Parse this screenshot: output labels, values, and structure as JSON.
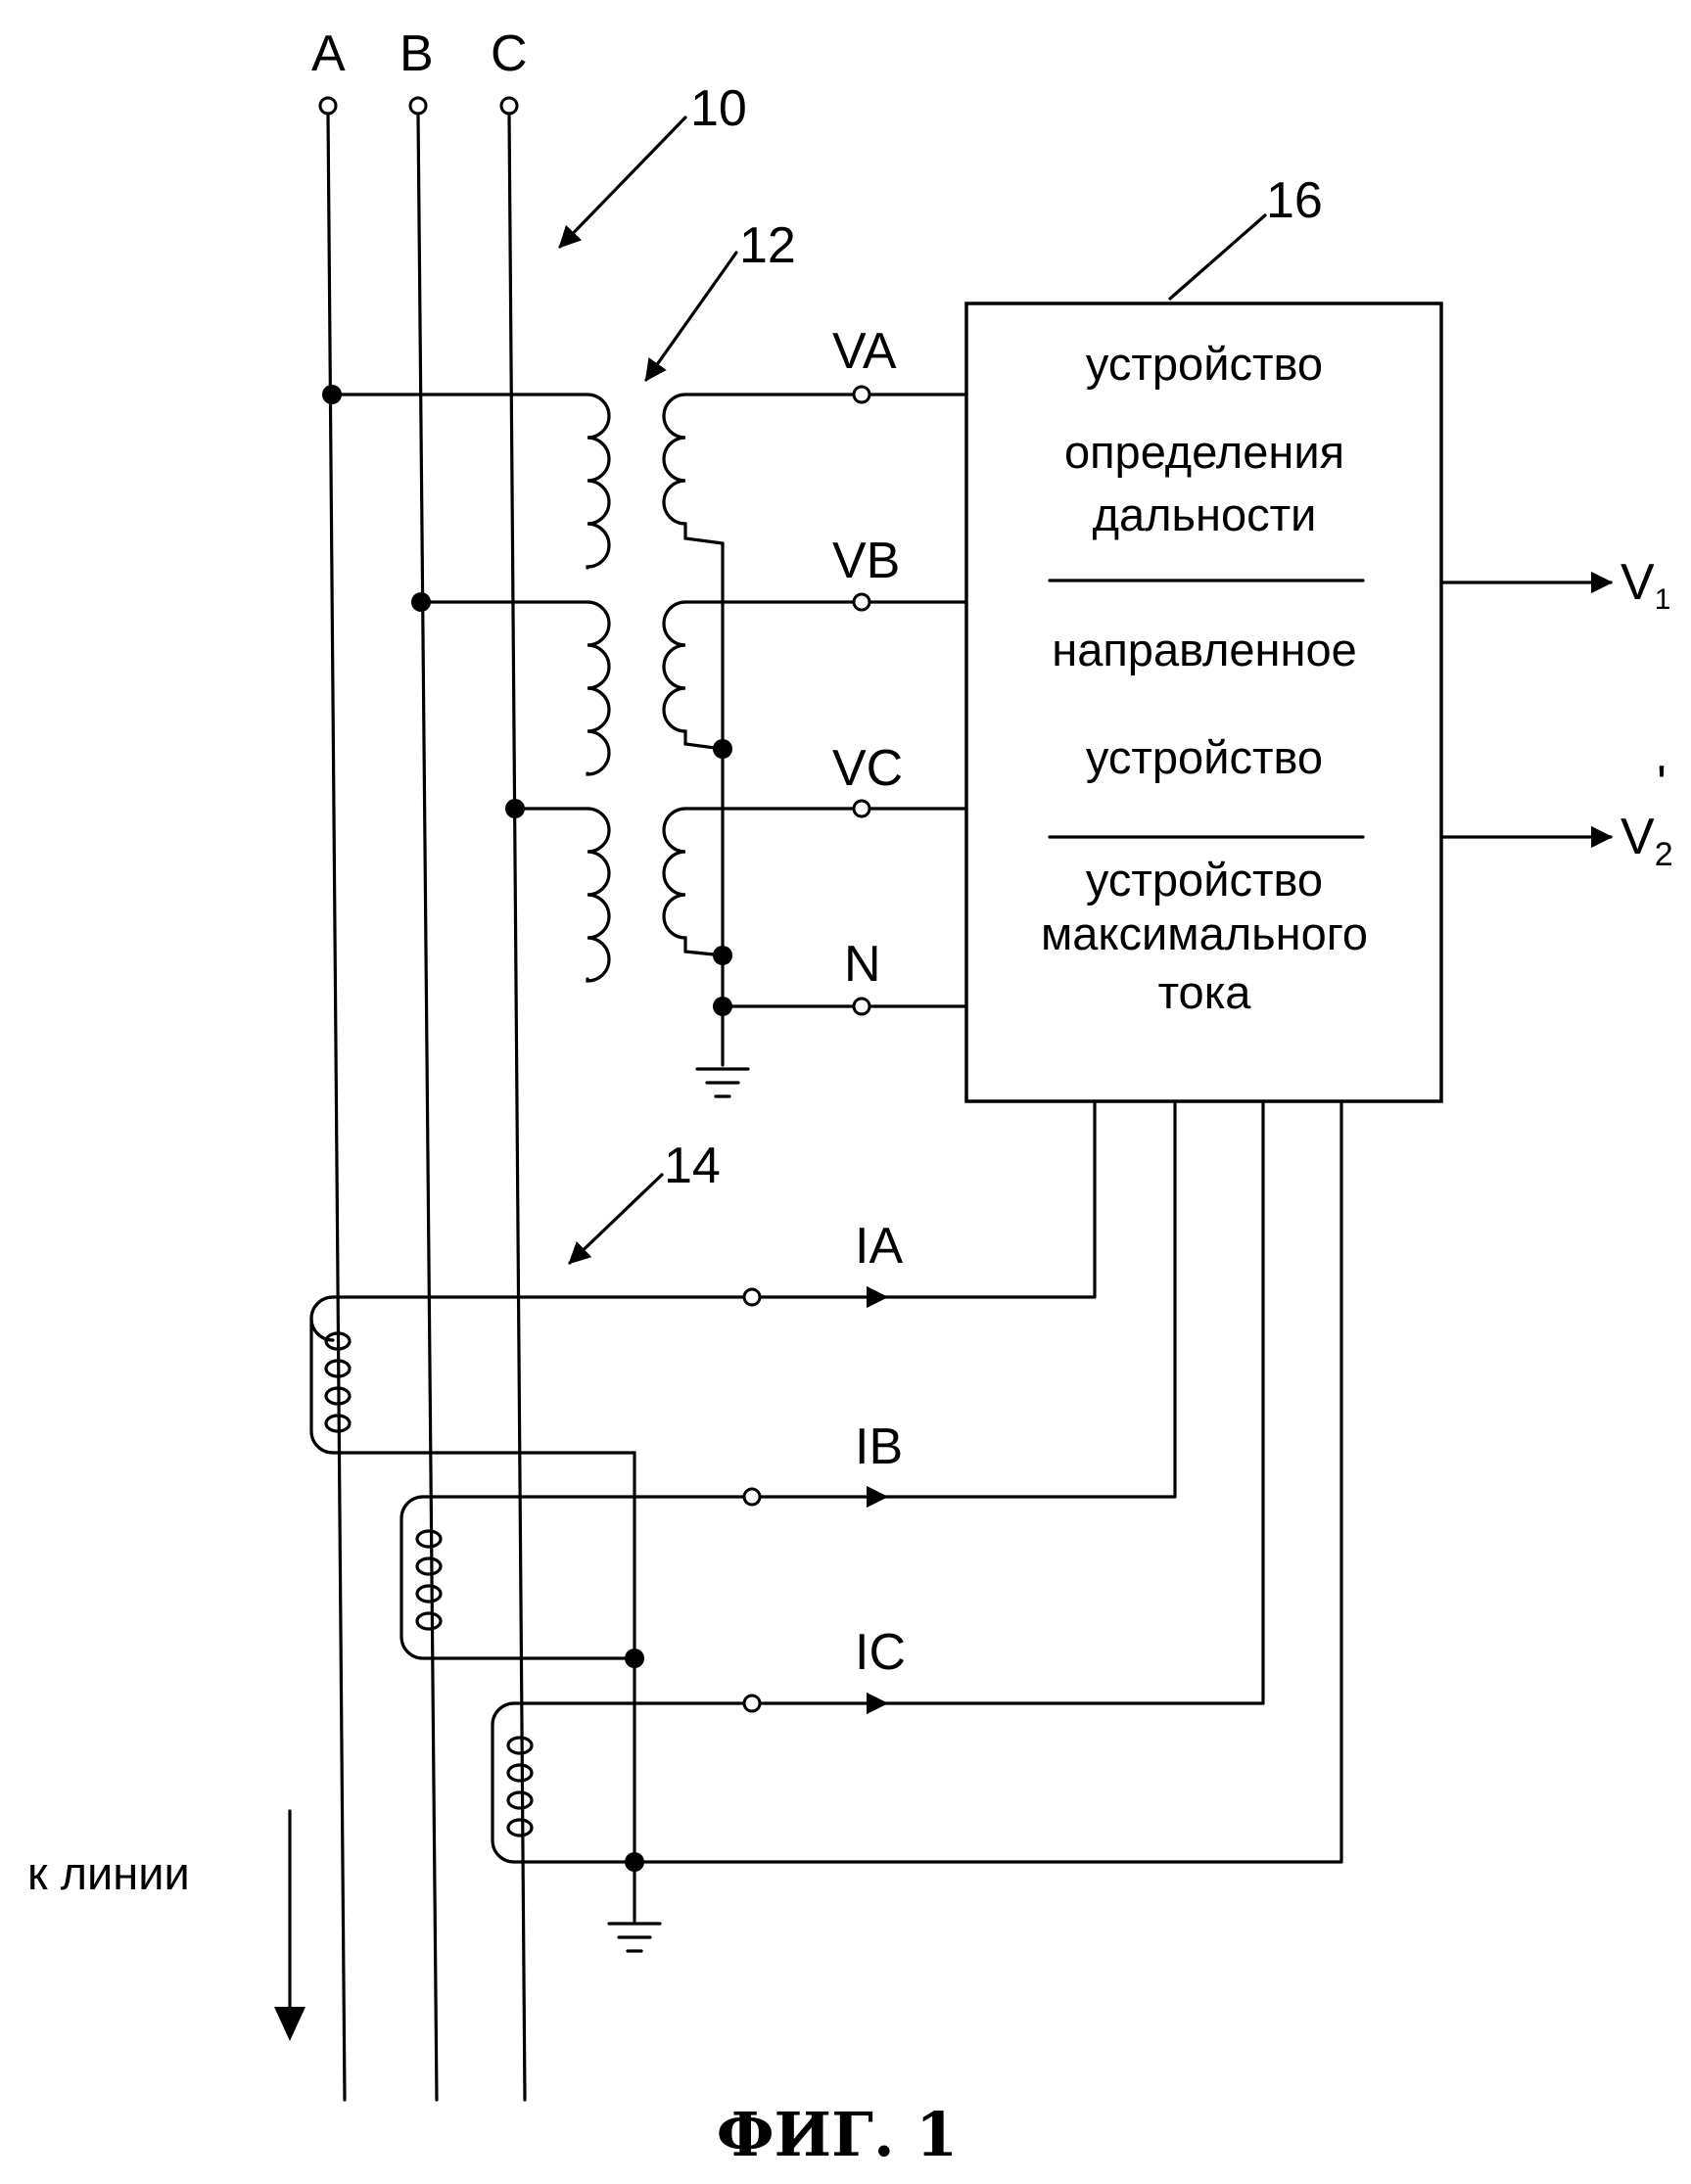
{
  "phases": {
    "a": "A",
    "b": "B",
    "c": "C"
  },
  "refs": {
    "system": "10",
    "voltage_transformer": "12",
    "current_transformer": "14",
    "relay": "16"
  },
  "voltage_terminals": {
    "va": "VA",
    "vb": "VB",
    "vc": "VC",
    "n": "N"
  },
  "current_terminals": {
    "ia": "IA",
    "ib": "IB",
    "ic": "IC"
  },
  "relay_box": {
    "line1": "устройство",
    "line2": "определения",
    "line3": "дальности",
    "line4": "направленное",
    "line5": "устройство",
    "line6": "устройство",
    "line7": "максимального",
    "line8": "тока"
  },
  "outputs": {
    "v1_base": "V",
    "v1_sub": "1",
    "v2_base": "V",
    "v2_sub": "2",
    "v2_mark": "'"
  },
  "to_line_label": "к линии",
  "caption": "ФИГ. 1"
}
